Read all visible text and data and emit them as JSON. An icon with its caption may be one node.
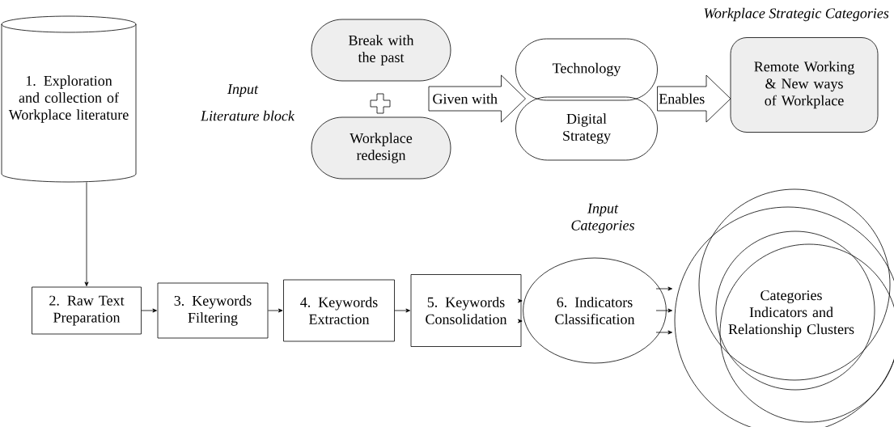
{
  "diagram": {
    "nodes": [
      {
        "text": [
          "1. Exploration and collection of Workplace literature"
        ]
      },
      {
        "text": [
          "Break with the past"
        ]
      },
      {
        "text": [
          "Workplace redesign"
        ]
      },
      {
        "text": [
          "Technology"
        ]
      },
      {
        "text": [
          "Digital Strategy"
        ]
      },
      {
        "text": [
          "Remote Working & New ways of Workplace"
        ]
      },
      {
        "text": [
          "2. Raw Text Preparation"
        ]
      },
      {
        "text": [
          "3. Keywords Filtering"
        ]
      },
      {
        "text": [
          "4. Keywords Extraction"
        ]
      },
      {
        "text": [
          "5. Keywords Consolidation"
        ]
      },
      {
        "text": [
          "6. Indicators Classification"
        ]
      },
      {
        "text": [
          "Categories Indicators and Relationship Clusters"
        ]
      }
    ],
    "edges": [
      {
        "from": 0,
        "to": 6,
        "arrow": "to"
      },
      {
        "from": 6,
        "to": 7,
        "arrow": "to"
      },
      {
        "from": 7,
        "to": 8,
        "arrow": "to"
      },
      {
        "from": 8,
        "to": 9,
        "arrow": "to"
      },
      {
        "from": 9,
        "to": 10,
        "arrow": "to"
      },
      {
        "from": 9,
        "to": 10,
        "arrow": "to"
      },
      {
        "from": 10,
        "to": 11,
        "arrow": "to"
      },
      {
        "from": 10,
        "to": 11,
        "arrow": "to"
      },
      {
        "from": 10,
        "to": 11,
        "arrow": "to"
      },
      {
        "from": null,
        "to": 3,
        "arrow": "to",
        "label": "Given with",
        "style": "thick"
      },
      {
        "from": 3,
        "to": 5,
        "arrow": "to",
        "label": "Enables",
        "style": "thick"
      }
    ],
    "labels": [
      "Workplace Strategic Categories",
      "Input",
      "Literature block",
      "Input Categories"
    ]
  }
}
